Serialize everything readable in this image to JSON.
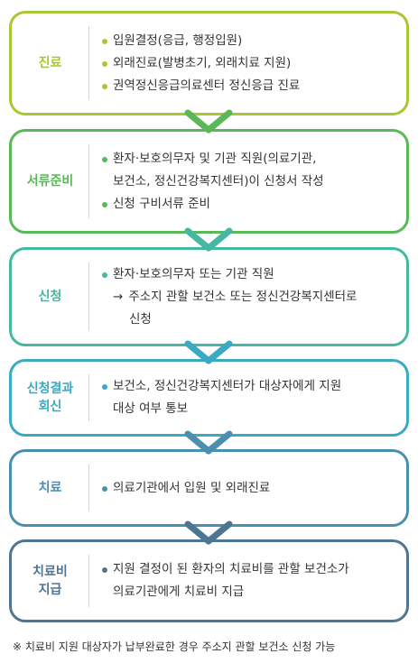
{
  "steps": [
    {
      "label": "진료",
      "color": "#a8c734",
      "lines": [
        {
          "type": "bullet",
          "text": "입원결정(응급, 행정입원)"
        },
        {
          "type": "bullet",
          "text": "외래진료(발병초기, 외래치료 지원)"
        },
        {
          "type": "bullet",
          "text": "권역정신응급의료센터 정신응급 진료"
        }
      ]
    },
    {
      "label": "서류준비",
      "color": "#5bb858",
      "lines": [
        {
          "type": "bullet",
          "text": "환자·보호의무자 및 기관 직원(의료기관,"
        },
        {
          "type": "cont",
          "text": "보건소, 정신건강복지센터)이 신청서 작성"
        },
        {
          "type": "bullet",
          "text": "신청 구비서류 준비"
        }
      ]
    },
    {
      "label": "신청",
      "color": "#45b7a3",
      "lines": [
        {
          "type": "bullet",
          "text": "환자·보호의무자 또는 기관 직원"
        },
        {
          "type": "arrow",
          "arrow": "→",
          "text": "주소지 관할 보건소 또는 정신건강복지센터로"
        },
        {
          "type": "indent",
          "text": "신청"
        }
      ]
    },
    {
      "label": "신청결과\n회신",
      "color": "#3aa9c4",
      "lines": [
        {
          "type": "bullet",
          "text": "보건소, 정신건강복지센터가 대상자에게 지원"
        },
        {
          "type": "cont",
          "text": "대상 여부 통보"
        }
      ]
    },
    {
      "label": "치료",
      "color": "#4b8fb0",
      "lines": [
        {
          "type": "bullet",
          "text": "의료기관에서 입원 및 외래진료"
        }
      ]
    },
    {
      "label": "치료비\n지급",
      "color": "#4e7591",
      "lines": [
        {
          "type": "bullet",
          "text": "지원 결정이 된 환자의 치료비를 관할 보건소가"
        },
        {
          "type": "cont",
          "text": "의료기관에게 치료비 지급"
        }
      ]
    }
  ],
  "footnote": "※ 치료비 지원 대상자가 납부완료한 경우 주소지 관할 보건소 신청 가능"
}
